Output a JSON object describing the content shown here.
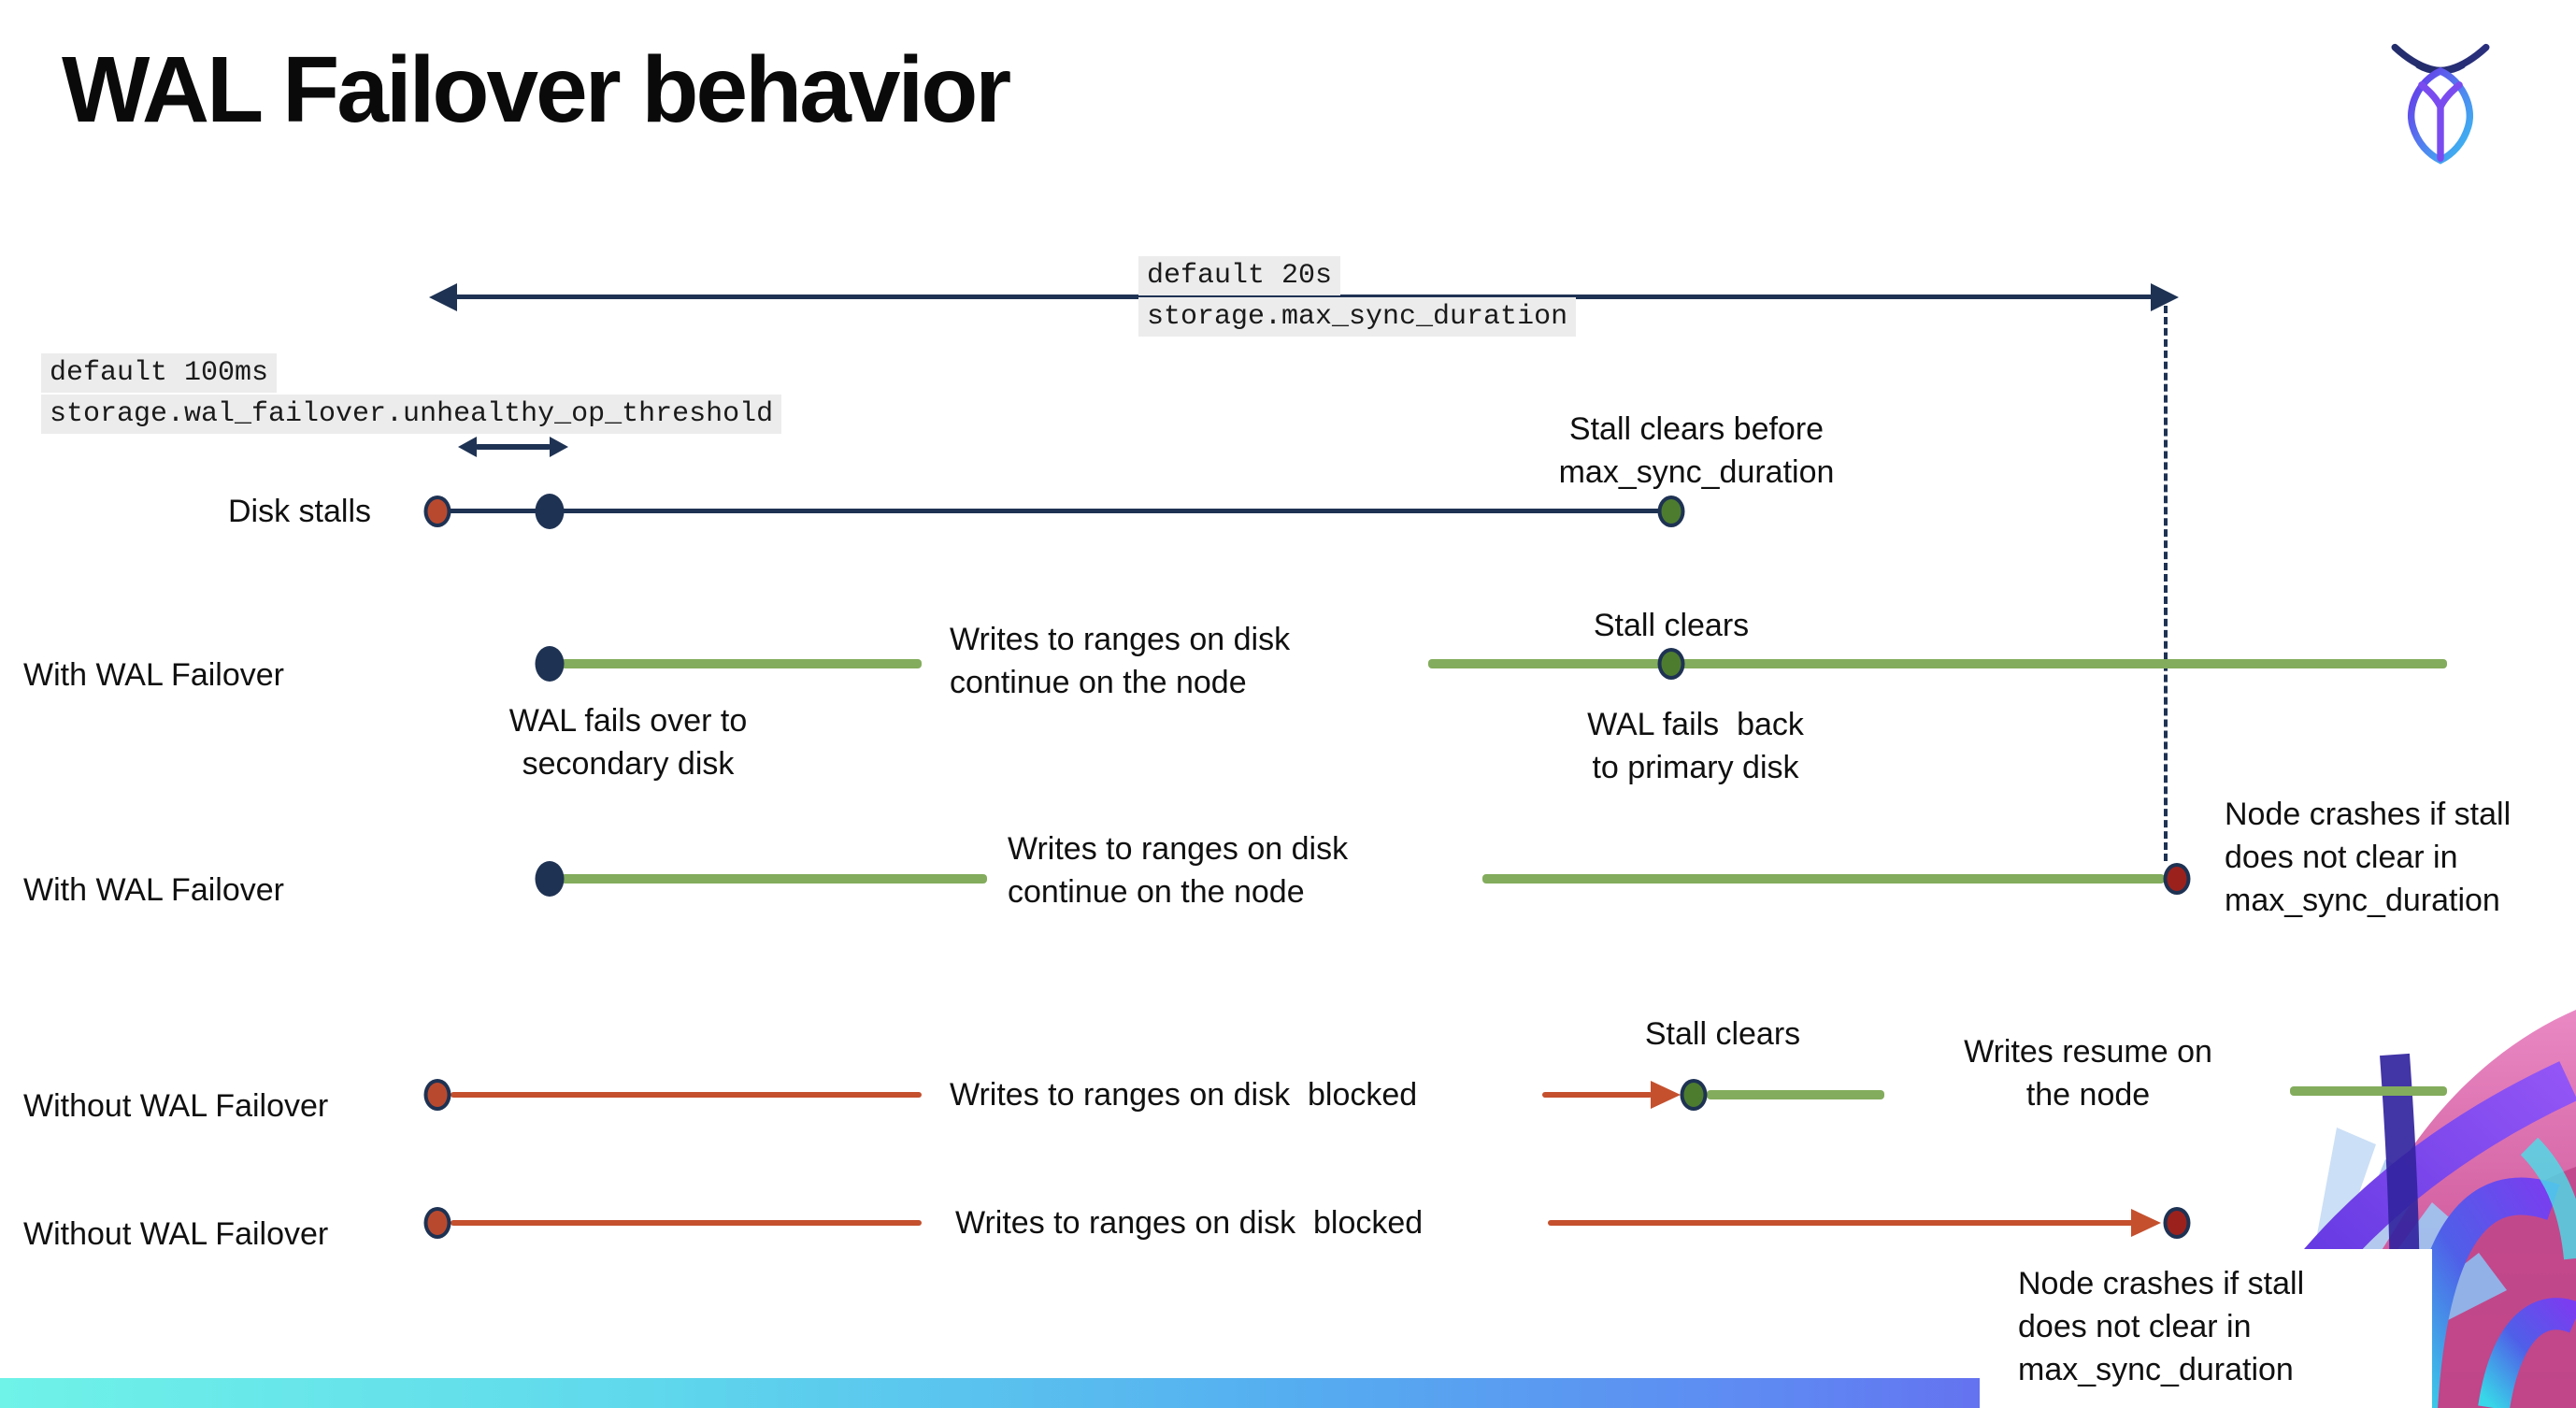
{
  "slide": {
    "title": "WAL Failover behavior"
  },
  "config_labels": {
    "max_sync_duration": {
      "default_line": "default 20s",
      "setting_line": "storage.max_sync_duration"
    },
    "unhealthy_op_threshold": {
      "default_line": "default 100ms",
      "setting_line": "storage.wal_failover.unhealthy_op_threshold"
    }
  },
  "rows": [
    {
      "label": "Disk stalls"
    },
    {
      "label": "With WAL Failover"
    },
    {
      "label": "With WAL Failover"
    },
    {
      "label": "Without WAL Failover"
    },
    {
      "label": "Without WAL Failover"
    }
  ],
  "annotations": {
    "stall_clears_before": "Stall clears before\nmax_sync_duration",
    "wal_fails_over": "WAL fails over to\nsecondary disk",
    "writes_continue_1": "Writes to ranges on disk\ncontinue on the node",
    "stall_clears_1": "Stall clears",
    "wal_fails_back": "WAL fails  back\nto primary disk",
    "writes_continue_2": "Writes to ranges on disk\ncontinue on the node",
    "node_crashes_1": "Node crashes if stall\ndoes not clear in\nmax_sync_duration",
    "writes_blocked_1": "Writes to ranges on disk  blocked",
    "stall_clears_2": "Stall clears",
    "writes_resume": "Writes resume on\nthe node",
    "writes_blocked_2": "Writes to ranges on disk  blocked",
    "node_crashes_2": "Node crashes if stall\ndoes not clear in\nmax_sync_duration"
  },
  "colors": {
    "navy": "#1e3253",
    "green_line": "#83ac5c",
    "green_dot": "#4d7c2e",
    "red_line": "#c4502e",
    "red_dot": "#b9492e",
    "crash_dot": "#9b211d",
    "code_highlight_bg": "#ececec",
    "footer_gradient": [
      "#6ff2e8",
      "#55aef0",
      "#8a3ff0"
    ]
  }
}
